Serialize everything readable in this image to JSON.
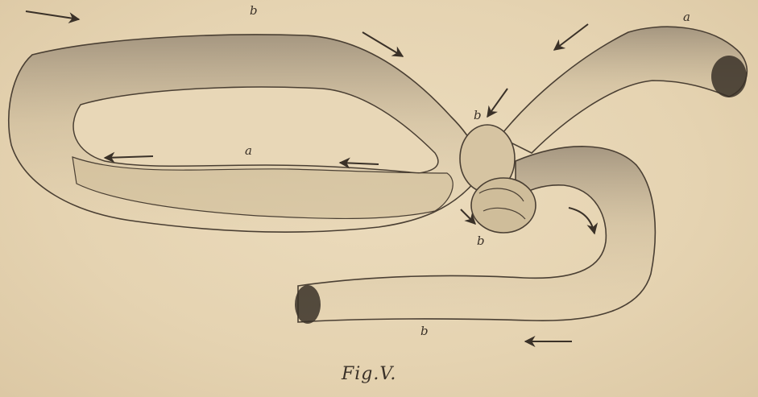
{
  "figure": {
    "caption": "Fig.V.",
    "labels": {
      "top_left": "b",
      "top_right": "a",
      "inner": "a",
      "knot_top": "b",
      "knot_bottom": "b",
      "bottom": "b"
    },
    "colors": {
      "paper": "#e8d7b7",
      "ink": "#3a3128",
      "shade": "#8f8170"
    }
  }
}
